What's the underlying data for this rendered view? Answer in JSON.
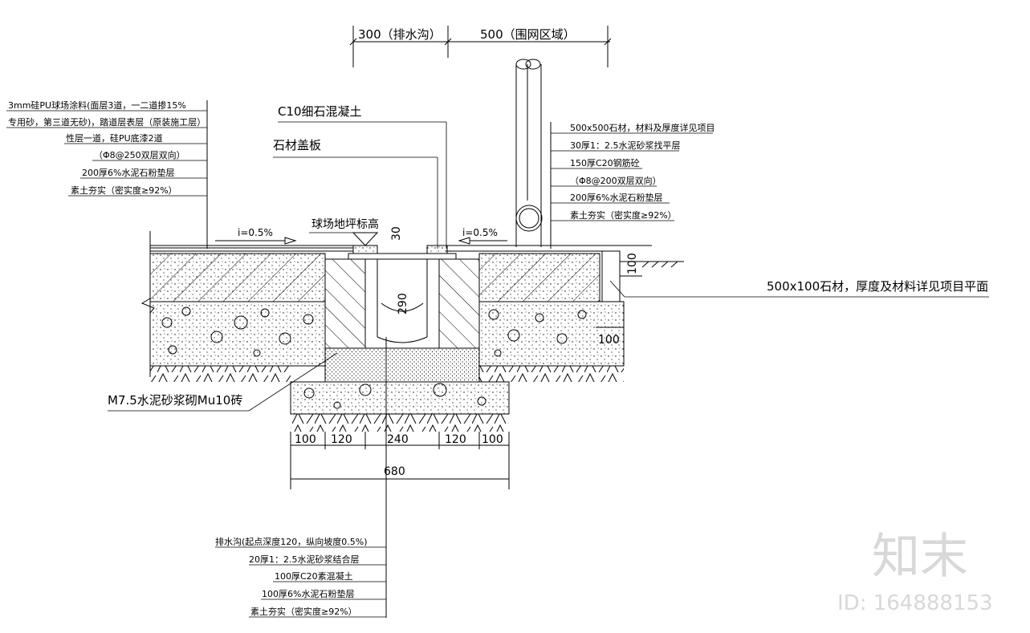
{
  "dims_top": [
    "300（排水沟）",
    "500（围网区域）"
  ],
  "left_notes": [
    "3mm硅PU球场涂料(面层3道，一二道掺15%",
    "专用砂，第三道无砂)，踏道层表层（原装施工层）",
    "性层一道，硅PU底漆2道",
    "（Φ8@250双层双向）",
    "200厚6%水泥石粉垫层",
    "素土夯实（密实度≥92%）"
  ],
  "top_notes": [
    "C10细石混凝土",
    "石材盖板"
  ],
  "right_notes": [
    "500x500石材，材料及厚度详见项目",
    "30厚1：2.5水泥砂浆找平层",
    "150厚C20钢筋砼",
    "（Φ8@200双层双向）",
    "200厚6%水泥石粉垫层",
    "素土夯实（密实度≥92%）"
  ],
  "slope_left": "i=0.5%",
  "slope_right": "i=0.5%",
  "field_elevation": "球场地坪标高",
  "dim_30": "30",
  "dim_290": "290",
  "dim_100_right": "100",
  "dim_100_side": "100",
  "curb_note": "500x100石材，厚度及材料详见项目平面",
  "brick_note": "M7.5水泥砂浆砌Mu10砖",
  "bottom_dims": [
    "100",
    "120",
    "240",
    "120",
    "100"
  ],
  "total_dim": "680",
  "bottom_notes": [
    "排水沟(起点深度120，纵向坡度0.5%)",
    "20厚1：2.5水泥砂浆结合层",
    "100厚C20素混凝土",
    "100厚6%水泥石粉垫层",
    "素土夯实（密实度≥92%）"
  ],
  "watermark": "知末",
  "watermark_id": "ID: 164888153"
}
